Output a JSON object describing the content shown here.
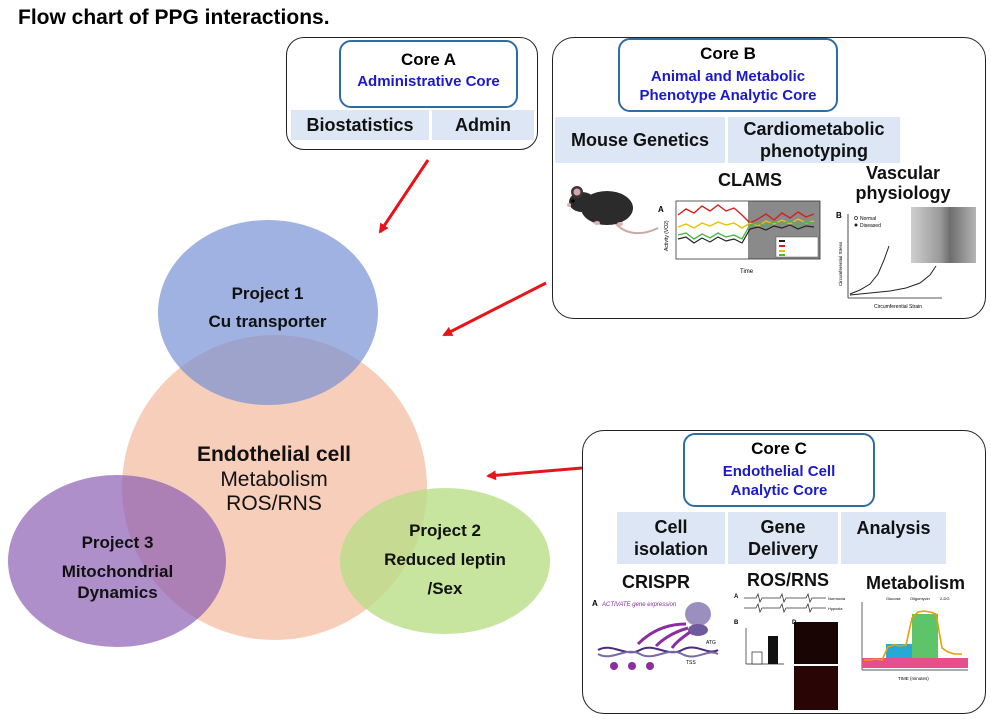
{
  "title": "Flow chart of PPG interactions.",
  "core_a": {
    "name": "Core A",
    "subtitle": "Administrative Core",
    "cells": [
      "Biostatistics",
      "Admin"
    ]
  },
  "core_b": {
    "name": "Core B",
    "subtitle_line1": "Animal and Metabolic",
    "subtitle_line2": "Phenotype Analytic Core",
    "cells": [
      "Mouse Genetics",
      "Cardiometabolic phenotyping"
    ],
    "labels": {
      "clams": "CLAMS",
      "vascular_line1": "Vascular",
      "vascular_line2": "physiology"
    },
    "figure_clams": {
      "panel_letter": "A",
      "xlabel": "Time",
      "ylabel": "Activity (VO2)"
    },
    "figure_vascular": {
      "panel_letter": "B",
      "legend": [
        "Normal",
        "Diseased"
      ],
      "xlabel": "Circumferential Strain",
      "ylabel": "Circumferential Stress"
    }
  },
  "core_c": {
    "name": "Core C",
    "subtitle_line1": "Endothelial Cell",
    "subtitle_line2": "Analytic Core",
    "cells": [
      "Cell isolation",
      "Gene Delivery",
      "Analysis"
    ],
    "labels": {
      "crispr": "CRISPR",
      "ros": "ROS/RNS",
      "metabolism": "Metabolism"
    },
    "figure_crispr": {
      "panel_letter": "A",
      "caption": "ACTIVATE gene expression",
      "tss": "TSS",
      "atg": "ATG"
    },
    "figure_ros": {
      "panel_letters": [
        "A",
        "B",
        "D"
      ],
      "trace_labels": [
        "Normoxia",
        "Hypoxia"
      ]
    },
    "figure_metabolism": {
      "xlabel": "TIME (minutes)",
      "phase_labels": [
        "Glucose",
        "Oligomycin",
        "2-DG"
      ]
    }
  },
  "center": {
    "line1": "Endothelial cell",
    "line2": "Metabolism",
    "line3": "ROS/RNS"
  },
  "project1": {
    "line1": "Project 1",
    "line2": "Cu transporter"
  },
  "project2": {
    "line1": "Project 2",
    "line2": "Reduced leptin",
    "line3": "/Sex"
  },
  "project3": {
    "line1": "Project 3",
    "line2": "Mitochondrial",
    "line3": "Dynamics"
  },
  "colors": {
    "center": "#f6c9b3",
    "project1": "#8fa7d9",
    "project2": "#c3e09a",
    "project3": "#a57fc4",
    "arrow": "#e8141b",
    "core_border": "#2e6da4",
    "core_subtitle": "#1a1acc",
    "cell_fill": "#dde6f5"
  }
}
